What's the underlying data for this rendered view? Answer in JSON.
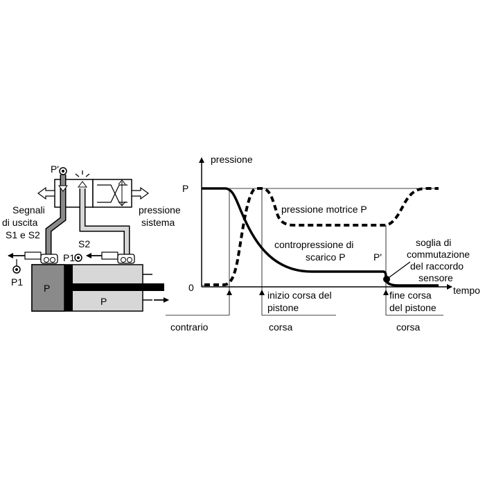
{
  "diagram": {
    "left": {
      "label_p_prime": "P'",
      "label_signals": [
        "Segnali",
        "di uscita",
        "S1 e S2"
      ],
      "label_system_pressure": [
        "pressione",
        "sistema"
      ],
      "label_s2": "S2",
      "label_p1_small": "P1",
      "label_p1": "P1",
      "label_p_left_chamber": "P",
      "label_p_right_chamber": "P"
    },
    "graph": {
      "y_axis_label": "pressione",
      "x_axis_label": "tempo",
      "y_tick_p": "P",
      "y_tick_zero": "0",
      "curve_drive_label": "pressione motrice P",
      "curve_exhaust_label": [
        "contropressione di",
        "scarico P"
      ],
      "label_p_prime": "P'",
      "threshold_label": [
        "soglia di",
        "commutazione",
        "del raccordo",
        "sensore"
      ],
      "label_stroke_start": [
        "inizio corsa del",
        "pistone"
      ],
      "label_stroke_end": [
        "fine corsa",
        "del pistone"
      ],
      "bottom_labels": [
        "contrario",
        "corsa",
        "corsa"
      ]
    }
  }
}
